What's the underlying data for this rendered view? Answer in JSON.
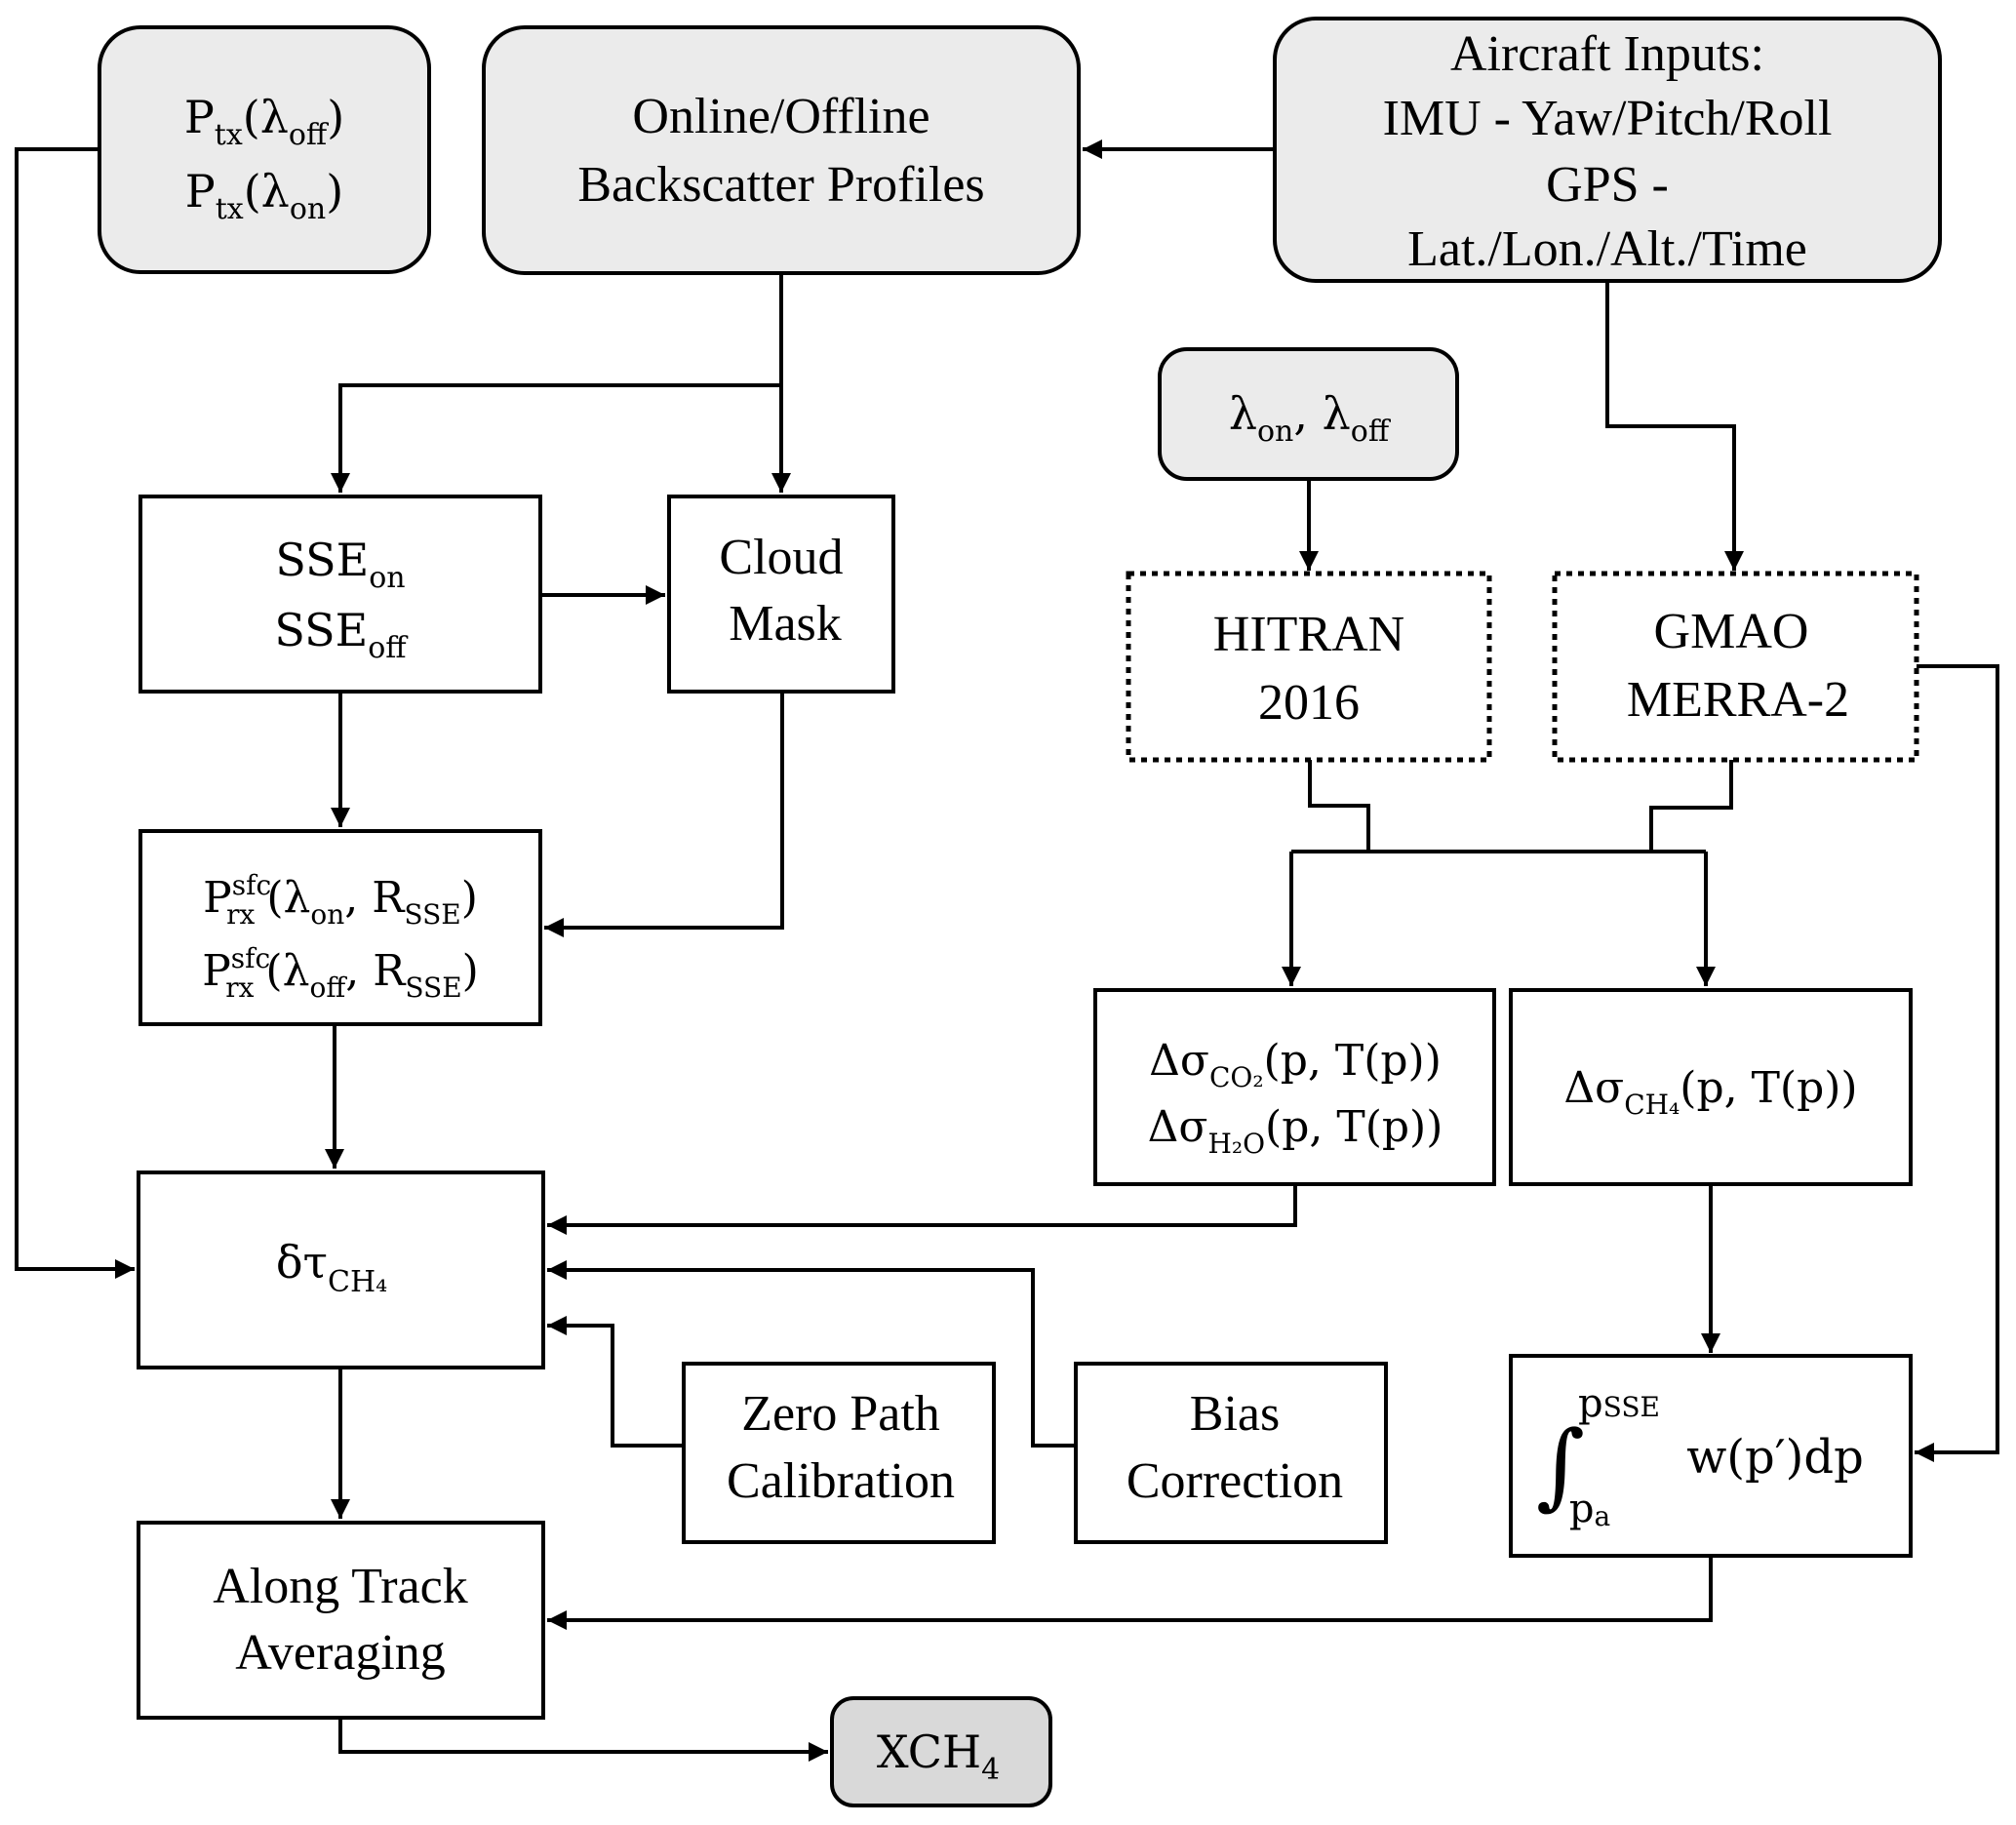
{
  "diagram": {
    "type": "flowchart",
    "nodes": {
      "ptx": {
        "kind": "input",
        "lines": [
          {
            "main": "P",
            "sub": "tx",
            "rest": "(λ",
            "sub2": "off",
            "end": ")"
          },
          {
            "main": "P",
            "sub": "tx",
            "rest": "(λ",
            "sub2": "on",
            "end": ")"
          }
        ]
      },
      "backscatter": {
        "kind": "input",
        "lines": [
          "Online/Offline",
          "Backscatter Profiles"
        ]
      },
      "aircraft": {
        "kind": "input",
        "lines": [
          "Aircraft Inputs:",
          "IMU - Yaw/Pitch/Roll",
          "GPS -",
          "Lat./Lon./Alt./Time"
        ]
      },
      "wavelengths": {
        "kind": "input",
        "text": {
          "l1": "λ",
          "s1": "on",
          "sep": ", λ",
          "s2": "off"
        }
      },
      "sse": {
        "kind": "process",
        "lines": [
          {
            "main": "SSE",
            "sub": "on"
          },
          {
            "main": "SSE",
            "sub": "off"
          }
        ]
      },
      "cloud_mask": {
        "kind": "process",
        "lines": [
          "Cloud",
          "Mask"
        ]
      },
      "hitran": {
        "kind": "database",
        "lines": [
          "HITRAN",
          "2016"
        ]
      },
      "gmao": {
        "kind": "database",
        "lines": [
          "GMAO",
          "MERRA-2"
        ]
      },
      "prx": {
        "kind": "process",
        "lines": [
          {
            "main": "P",
            "sup": "sfc",
            "sub": "rx",
            "rest": "(λ",
            "sub2": "on",
            "mid": ", R",
            "sub3": "SSE",
            "end": ")"
          },
          {
            "main": "P",
            "sup": "sfc",
            "sub": "rx",
            "rest": "(λ",
            "sub2": "off",
            "mid": ", R",
            "sub3": "SSE",
            "end": ")"
          }
        ]
      },
      "xsec_co2_h2o": {
        "kind": "process",
        "lines": [
          {
            "main": "Δσ",
            "sub": "CO₂",
            "rest": "(p, T(p))"
          },
          {
            "main": "Δσ",
            "sub": "H₂O",
            "rest": "(p, T(p))"
          }
        ]
      },
      "xsec_ch4": {
        "kind": "process",
        "line": {
          "main": "Δσ",
          "sub": "CH₄",
          "rest": "(p, T(p))"
        }
      },
      "delta_tau": {
        "kind": "process",
        "text": {
          "main": "δτ",
          "sub": "CH₄"
        }
      },
      "zero_path": {
        "kind": "process",
        "lines": [
          "Zero Path",
          "Calibration"
        ]
      },
      "bias": {
        "kind": "process",
        "lines": [
          "Bias",
          "Correction"
        ]
      },
      "weighting": {
        "kind": "process",
        "text": {
          "integral": "∫",
          "upper": "p",
          "upper_sub": "SSE",
          "lower": "p",
          "lower_sub": "a",
          "body": "w(p′)dp"
        }
      },
      "along_track": {
        "kind": "process",
        "lines": [
          "Along Track",
          "Averaging"
        ]
      },
      "xch4": {
        "kind": "output",
        "text": {
          "main": "XCH",
          "sub": "4"
        }
      }
    },
    "edges": [
      {
        "from": "aircraft",
        "to": "backscatter"
      },
      {
        "from": "aircraft",
        "to": "gmao"
      },
      {
        "from": "backscatter",
        "to": "sse"
      },
      {
        "from": "backscatter",
        "to": "cloud_mask"
      },
      {
        "from": "sse",
        "to": "cloud_mask"
      },
      {
        "from": "sse",
        "to": "prx"
      },
      {
        "from": "cloud_mask",
        "to": "prx"
      },
      {
        "from": "wavelengths",
        "to": "hitran"
      },
      {
        "from": "hitran",
        "to": "xsec_co2_h2o"
      },
      {
        "from": "hitran",
        "to": "xsec_ch4"
      },
      {
        "from": "gmao",
        "to": "xsec_co2_h2o"
      },
      {
        "from": "gmao",
        "to": "xsec_ch4"
      },
      {
        "from": "gmao",
        "to": "weighting"
      },
      {
        "from": "ptx",
        "to": "delta_tau"
      },
      {
        "from": "prx",
        "to": "delta_tau"
      },
      {
        "from": "xsec_co2_h2o",
        "to": "delta_tau"
      },
      {
        "from": "bias",
        "to": "delta_tau"
      },
      {
        "from": "zero_path",
        "to": "delta_tau"
      },
      {
        "from": "xsec_ch4",
        "to": "weighting"
      },
      {
        "from": "delta_tau",
        "to": "along_track"
      },
      {
        "from": "weighting",
        "to": "along_track"
      },
      {
        "from": "along_track",
        "to": "xch4"
      }
    ]
  }
}
